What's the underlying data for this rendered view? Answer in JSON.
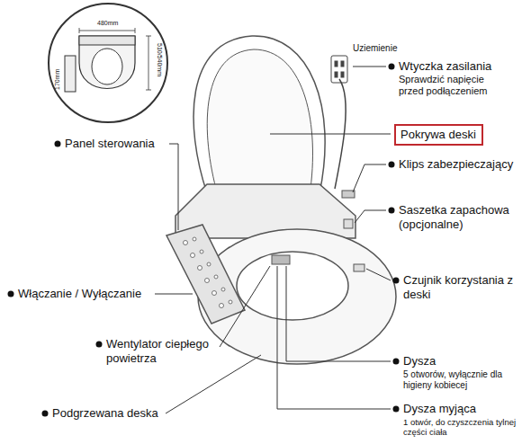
{
  "diagram": {
    "nodes": [
      {
        "text": [
          "Pokrywa deski"
        ]
      }
    ],
    "labels": [
      "480mm",
      "510/540mm",
      "170mm",
      "Uziemienie",
      "Wtyczka zasilania",
      "Sprawdzić napięcie przed podłączeniem",
      "Panel sterowania",
      "Klips zabezpieczający",
      "Saszetka zapachowa (opcjonalne)",
      "Włączanie / Wyłączanie",
      "Czujnik korzystania z deski",
      "Wentylator ciepłego powietrza",
      "Dysza",
      "5 otworów, wyłącznie dla higieny kobiecej",
      "Podgrzewana deska",
      "Dysza myjąca",
      "1 otwór, do czyszczenia tylnej części ciała"
    ]
  }
}
